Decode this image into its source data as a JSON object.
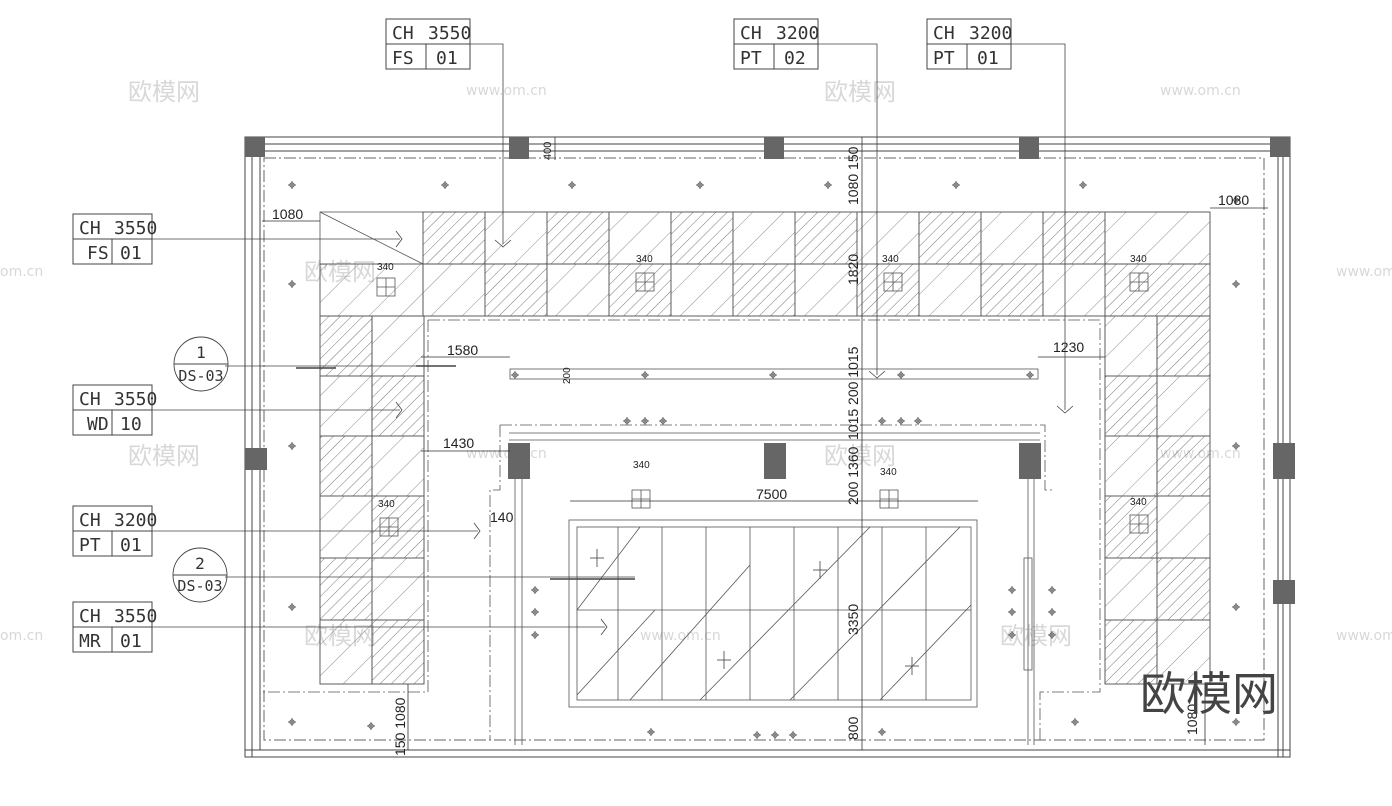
{
  "tags": [
    {
      "ch": "CH",
      "h": "3550",
      "code": "FS",
      "num": "01"
    },
    {
      "ch": "CH",
      "h": "3200",
      "code": "PT",
      "num": "02"
    },
    {
      "ch": "CH",
      "h": "3200",
      "code": "PT",
      "num": "01"
    },
    {
      "ch": "CH",
      "h": "3550",
      "code": "FS",
      "num": "01"
    },
    {
      "ch": "CH",
      "h": "3550",
      "code": "WD",
      "num": "10"
    },
    {
      "ch": "CH",
      "h": "3200",
      "code": "PT",
      "num": "01"
    },
    {
      "ch": "CH",
      "h": "3550",
      "code": "MR",
      "num": "01"
    }
  ],
  "details": [
    {
      "num": "1",
      "ref": "DS-03"
    },
    {
      "num": "2",
      "ref": "DS-03"
    }
  ],
  "dims": {
    "d400": "400",
    "d1080_150": "1080 150",
    "d1080_left": "1080",
    "d1080_right": "1080",
    "d1580": "1580",
    "d1230": "1230",
    "d1430": "1430",
    "d140": "140",
    "d7500": "7500",
    "d340a": "340",
    "d340b": "340",
    "d340c": "340",
    "d340d": "340",
    "d340e": "340",
    "d340f": "340",
    "d340g": "340",
    "d340h": "340",
    "d200": "200",
    "d1820": "1820",
    "d1015_200_1015": "1015 200 1015",
    "d200_1360": "200 1360",
    "d3350": "3350",
    "d800": "800",
    "d150_1080": "150 1080",
    "d1080_br": "1080"
  },
  "watermarks": {
    "site": "www.om.cn",
    "site_short": "om.cn",
    "logo": "欧模网"
  },
  "brand": "欧模网",
  "colors": {
    "line": "#444444",
    "column": "#666666",
    "dimline": "#333333",
    "watermark": "#d8d8d8"
  }
}
